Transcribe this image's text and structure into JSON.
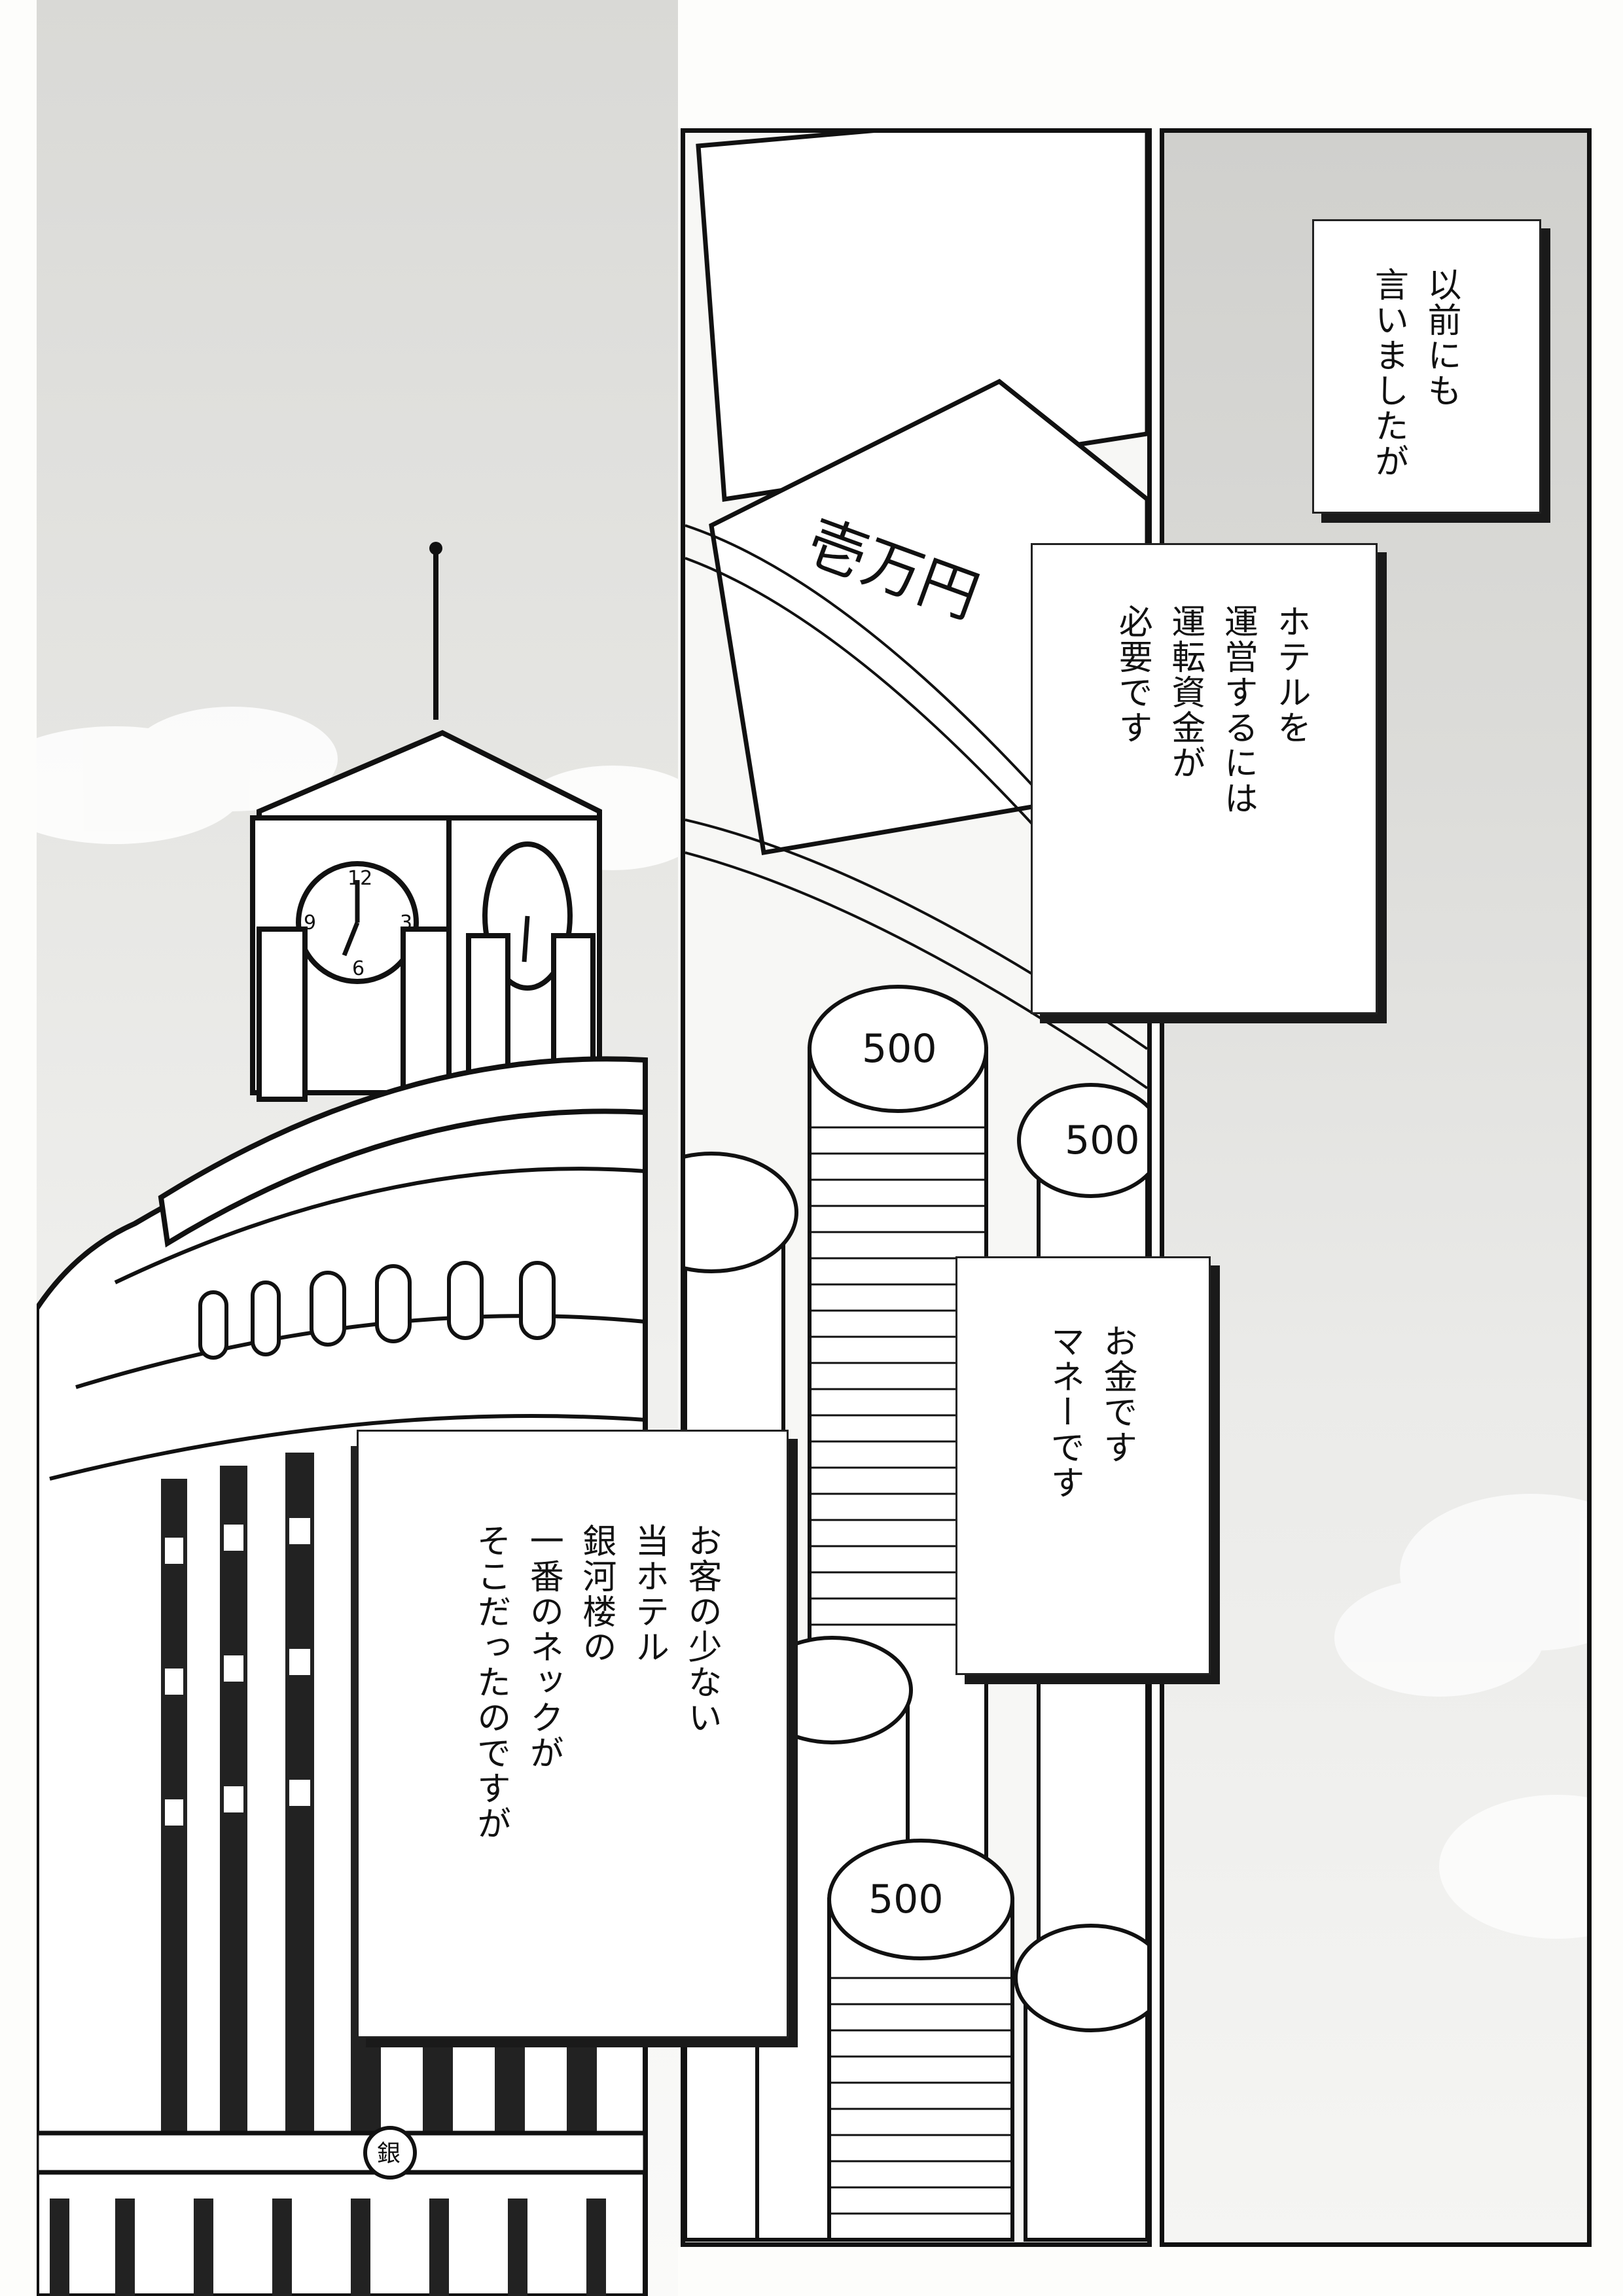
{
  "captions": {
    "top_right": "以前にも\n言いましたが",
    "upper_mid": "ホテルを\n運営するには\n運転資金が\n必要です",
    "lower_mid": "お金です\nマネーです",
    "lower_left": "お客の少ない\n当ホテル\n銀河楼の\n一番のネックが\nそこだったのですが"
  },
  "art": {
    "clock_numerals": [
      "12",
      "3",
      "6",
      "9"
    ],
    "coin_label": "500",
    "building_emblem": "銀",
    "banknote_lines": [
      "壱万円"
    ]
  },
  "colors": {
    "ink": "#111111",
    "paper": "#fdfdfb",
    "screen_tone": "#d9d9d6"
  }
}
